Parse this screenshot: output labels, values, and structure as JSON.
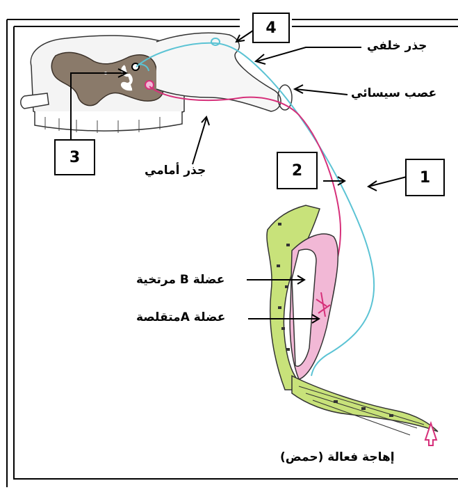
{
  "labels": {
    "posterior_root": "جذر خلفي",
    "sciatic_nerve": "عصب سيسائي",
    "anterior_root": "جذر أمامي",
    "muscle_b": "عضلة B مرتخية",
    "muscle_a": "عضلة Aمتقلصة",
    "stimulus": "إهاجة فعالة (حمض)"
  },
  "numbers": {
    "n1": "1",
    "n2": "2",
    "n3": "3",
    "n4": "4"
  },
  "colors": {
    "sensory_neuron": "#5bc3d4",
    "motor_neuron": "#d6307a",
    "gray_matter": "#8a7a6a",
    "muscle_green": "#c8e27a",
    "muscle_pink": "#f2b8d6"
  }
}
